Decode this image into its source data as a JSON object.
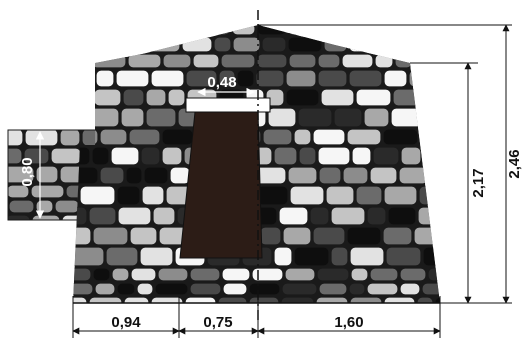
{
  "dimensions": {
    "bottom_left": "0,94",
    "bottom_middle": "0,75",
    "bottom_right": "1,60",
    "right_outer": "2,46",
    "right_inner": "2,17",
    "top_opening": "0,48",
    "left_step": "0,80"
  },
  "colors": {
    "stone_palette": [
      "#0e0e0e",
      "#2a2a2a",
      "#4a4a4a",
      "#6b6b6b",
      "#8c8c8c",
      "#a8a8a8",
      "#c4c4c4",
      "#e2e2e2",
      "#f6f6f6"
    ],
    "mortar": "#1a1a1a",
    "chamber": "#2c1c16",
    "dimension_line": "#111111"
  }
}
